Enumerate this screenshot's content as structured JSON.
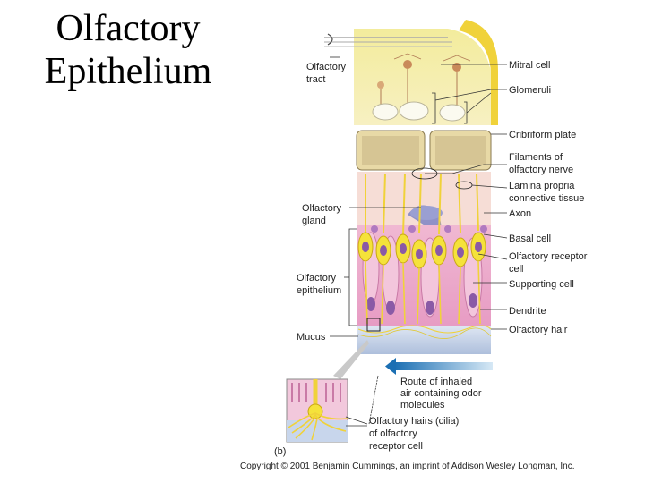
{
  "title": {
    "line1": "Olfactory",
    "line2": "Epithelium"
  },
  "labels": {
    "olfactory_tract": [
      "Olfactory",
      "tract"
    ],
    "mitral_cell": "Mitral cell",
    "glomeruli": "Glomeruli",
    "cribriform_plate": "Cribriform plate",
    "filaments": [
      "Filaments of",
      "olfactory nerve"
    ],
    "lamina_propria": [
      "Lamina propria",
      "connective tissue"
    ],
    "olfactory_gland": [
      "Olfactory",
      "gland"
    ],
    "axon": "Axon",
    "basal_cell": "Basal cell",
    "receptor_cell": [
      "Olfactory receptor",
      "cell"
    ],
    "olfactory_epithelium": [
      "Olfactory",
      "epithelium"
    ],
    "supporting_cell": "Supporting cell",
    "dendrite": "Dendrite",
    "mucus": "Mucus",
    "olfactory_hair": "Olfactory hair",
    "route": [
      "Route of inhaled",
      "air containing odor",
      "molecules"
    ],
    "cilia": [
      "Olfactory hairs (cilia)",
      "of olfactory",
      "receptor cell"
    ],
    "panel": "(b)"
  },
  "copyright": "Copyright © 2001 Benjamin Cummings, an imprint of Addison Wesley Longman, Inc.",
  "colors": {
    "bulb": "#f7e9a8",
    "bone": "#e8d9a6",
    "lamina": "#f6d6d0",
    "epithelium": "#e9a8c8",
    "receptor": "#f5e23a",
    "nucleus": "#8a5aa6",
    "mucus": "#c8d6ec",
    "arrow": "#3a8ec8"
  }
}
